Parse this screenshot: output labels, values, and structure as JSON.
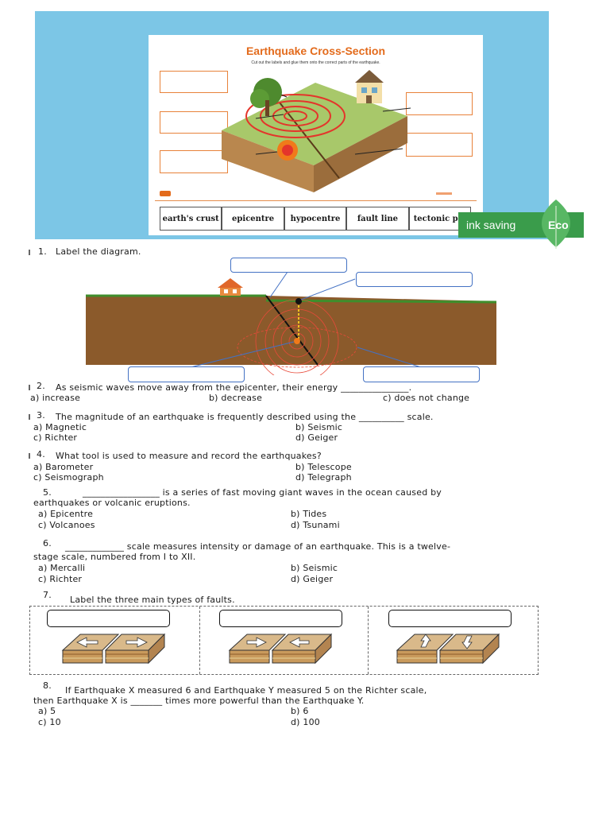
{
  "banner": {
    "title": "Earthquake Cross-Section",
    "subtitle": "Cut out the labels and glue them onto the correct parts of the earthquake.",
    "words": [
      "earth's crust",
      "epicentre",
      "hypocentre",
      "fault line",
      "tectonic pla"
    ],
    "eco_label": "ink saving",
    "eco_word": "Eco",
    "colors": {
      "banner_bg": "#7cc6e6",
      "accent": "#e36b1c",
      "eco_green": "#3a9c4b"
    }
  },
  "questions": [
    {
      "num": "1.",
      "text": "Label the diagram."
    },
    {
      "num": "2.",
      "text": "As seismic waves move away from the epicenter, their energy _______________.",
      "options": [
        "a) increase",
        "b) decrease",
        "c) does not change"
      ]
    },
    {
      "num": "3.",
      "text": "The magnitude of an earthquake is frequently described using the __________ scale.",
      "options": [
        "a) Magnetic",
        "b) Seismic",
        "c) Richter",
        "d) Geiger"
      ]
    },
    {
      "num": "4.",
      "text": "What tool is used to measure and record the earthquakes?",
      "options": [
        "a) Barometer",
        "b) Telescope",
        "c) Seismograph",
        "d) Telegraph"
      ]
    },
    {
      "num": "5.",
      "text": "_________________ is a series of fast moving giant waves in the ocean caused by",
      "text2": "earthquakes or volcanic eruptions.",
      "options": [
        "a) Epicentre",
        "b) Tides",
        "c) Volcanoes",
        "d) Tsunami"
      ]
    },
    {
      "num": "6.",
      "text": "_____________ scale measures intensity or damage of an earthquake. This is a twelve-",
      "text2": "stage scale, numbered from I to XII.",
      "options": [
        "a) Mercalli",
        "b) Seismic",
        "c) Richter",
        "d) Geiger"
      ]
    },
    {
      "num": "7.",
      "text": "Label the three main types of faults."
    },
    {
      "num": "8.",
      "text": "If Earthquake X measured 6 and Earthquake Y measured 5 on the Richter scale,",
      "text2": "then Earthquake X is _______ times more powerful than the Earthquake Y.",
      "options": [
        "a) 5",
        "b) 6",
        "c) 10",
        "d) 100"
      ]
    }
  ]
}
